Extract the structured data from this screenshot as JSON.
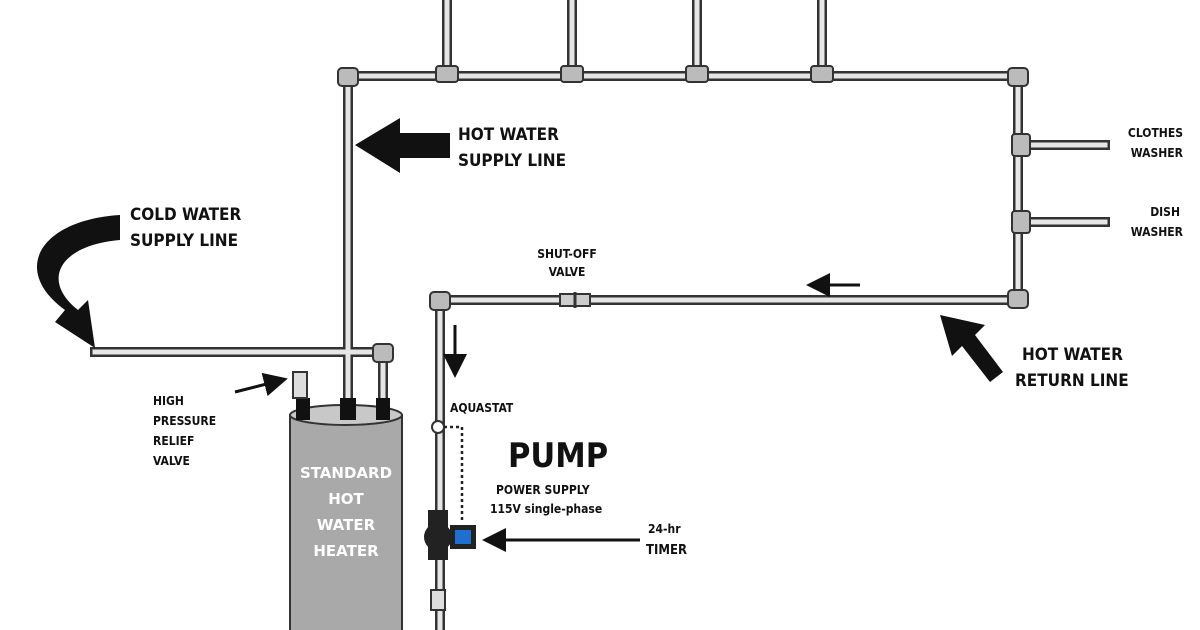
{
  "labels": {
    "hot_supply": [
      "HOT WATER",
      "SUPPLY LINE"
    ],
    "cold_supply": [
      "COLD WATER",
      "SUPPLY LINE"
    ],
    "clothes_washer": [
      "CLOTHES",
      "WASHER"
    ],
    "dish_washer": [
      "DISH",
      "WASHER"
    ],
    "shutoff_valve": [
      "SHUT-OFF",
      "VALVE"
    ],
    "hot_return": [
      "HOT WATER",
      "RETURN LINE"
    ],
    "relief_valve": [
      "HIGH",
      "PRESSURE",
      "RELIEF",
      "VALVE"
    ],
    "aquastat": "AQUASTAT",
    "pump": "PUMP",
    "power_supply": [
      "POWER SUPPLY",
      "115V  single-phase"
    ],
    "timer": [
      "24-hr",
      "TIMER"
    ],
    "heater": [
      "STANDARD",
      "HOT",
      "WATER",
      "HEATER"
    ]
  },
  "colors": {
    "heater": "#a9a9a9",
    "pump_motor": "#1e6fd0",
    "pipe": "#e6e6e6"
  }
}
